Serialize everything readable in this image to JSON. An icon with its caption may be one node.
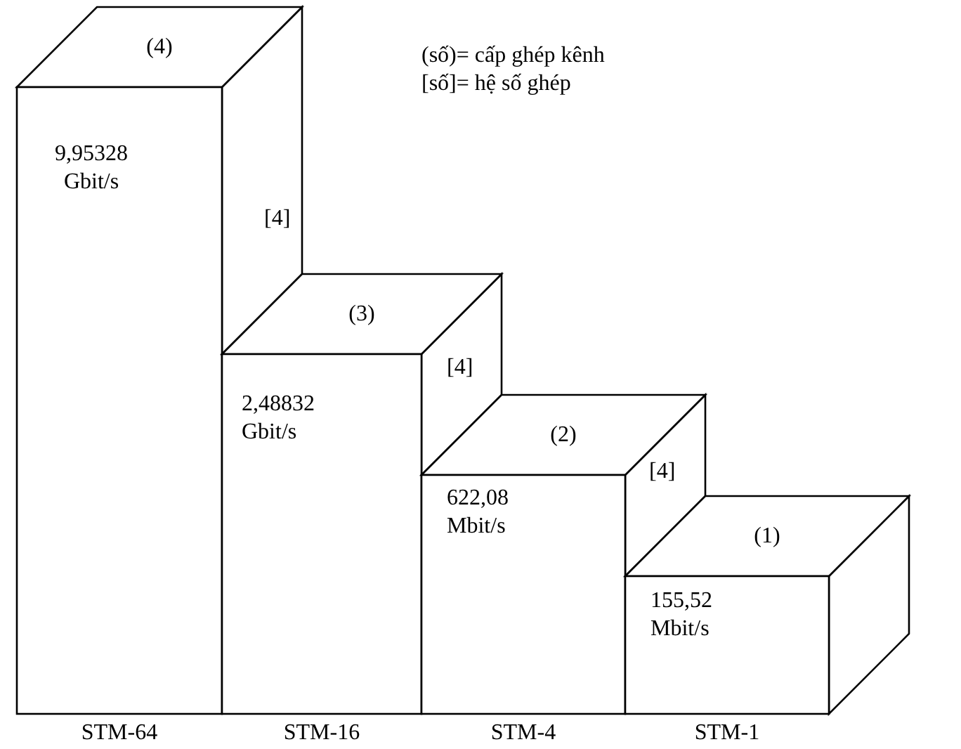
{
  "diagram": {
    "nodes": [
      {
        "text": [
          "(4)",
          "9,95328 Gbit/s"
        ],
        "beside": [
          "STM-64"
        ]
      },
      {
        "text": [
          "(3)",
          "2,48832 Gbit/s"
        ],
        "beside": [
          "STM-16"
        ]
      },
      {
        "text": [
          "(2)",
          "622,08 Mbit/s"
        ],
        "beside": [
          "STM-4"
        ]
      },
      {
        "text": [
          "(1)",
          "155,52 Mbit/s"
        ],
        "beside": [
          "STM-1"
        ]
      }
    ],
    "labels": [
      "(số)= cấp ghép kênh",
      "[số]= hệ số ghép",
      "[4]",
      "[4]",
      "[4]"
    ]
  }
}
